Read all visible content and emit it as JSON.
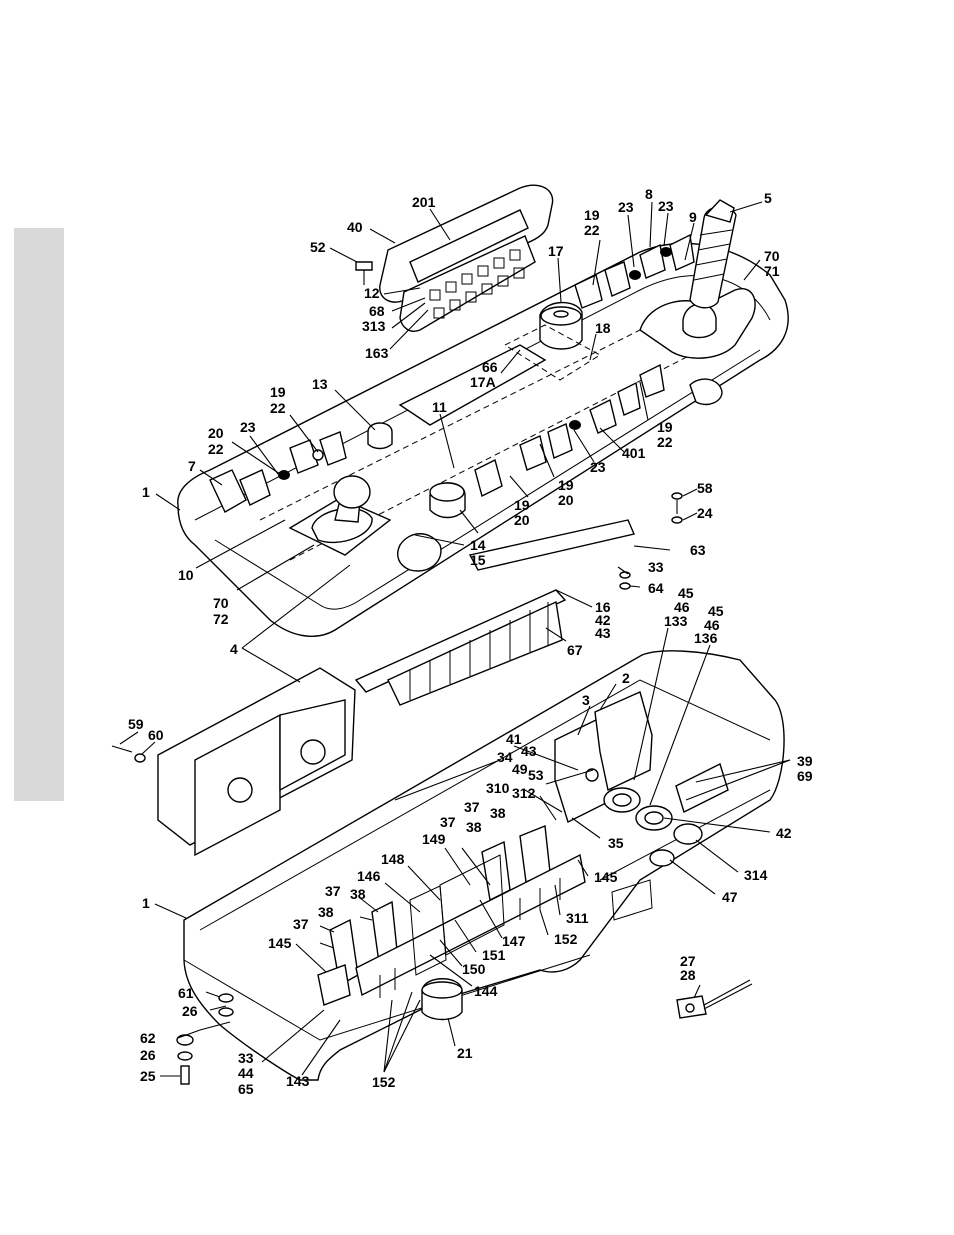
{
  "callouts": {
    "c201": "201",
    "c40": "40",
    "c52": "52",
    "c12": "12",
    "c68": "68",
    "c313": "313",
    "c163": "163",
    "c17": "17",
    "c19a": "19",
    "c22a": "22",
    "c23a": "23",
    "c8": "8",
    "c23b": "23",
    "c9": "9",
    "c5": "5",
    "c70a": "70",
    "c71": "71",
    "c18": "18",
    "c66": "66",
    "c17A": "17A",
    "c13": "13",
    "c11": "11",
    "c19b": "19",
    "c22b": "22",
    "c20a": "20",
    "c22c": "22",
    "c23c": "23",
    "c7": "7",
    "c1a": "1",
    "c401": "401",
    "c19c": "19",
    "c22d": "22",
    "c23d": "23",
    "c19d": "19",
    "c20b": "20",
    "c19e": "19",
    "c20c": "20",
    "c14": "14",
    "c15": "15",
    "c10": "10",
    "c70b": "70",
    "c72": "72",
    "c58": "58",
    "c24": "24",
    "c63": "63",
    "c33a": "33",
    "c64": "64",
    "c16": "16",
    "c42a": "42",
    "c43a": "43",
    "c67": "67",
    "c45a": "45",
    "c46a": "46",
    "c133": "133",
    "c45b": "45",
    "c46b": "46",
    "c136": "136",
    "c4": "4",
    "c59": "59",
    "c60": "60",
    "c2": "2",
    "c3": "3",
    "c41": "41",
    "c43b": "43",
    "c34": "34",
    "c49": "49",
    "c53": "53",
    "c39": "39",
    "c69": "69",
    "c310": "310",
    "c312": "312",
    "c37a": "37",
    "c38a": "38",
    "c37b": "37",
    "c38b": "38",
    "c35": "35",
    "c42b": "42",
    "c149": "149",
    "c148": "148",
    "c146": "146",
    "c314": "314",
    "c145a": "145",
    "c47": "47",
    "c37c": "37",
    "c38c": "38",
    "c1b": "1",
    "c311": "311",
    "c37d": "37",
    "c38d": "38",
    "c147": "147",
    "c152a": "152",
    "c151": "151",
    "c145b": "145",
    "c150": "150",
    "c144": "144",
    "c27": "27",
    "c28": "28",
    "c61": "61",
    "c26a": "26",
    "c62": "62",
    "c26b": "26",
    "c25": "25",
    "c33b": "33",
    "c44": "44",
    "c65": "65",
    "c143": "143",
    "c152b": "152",
    "c21": "21"
  }
}
